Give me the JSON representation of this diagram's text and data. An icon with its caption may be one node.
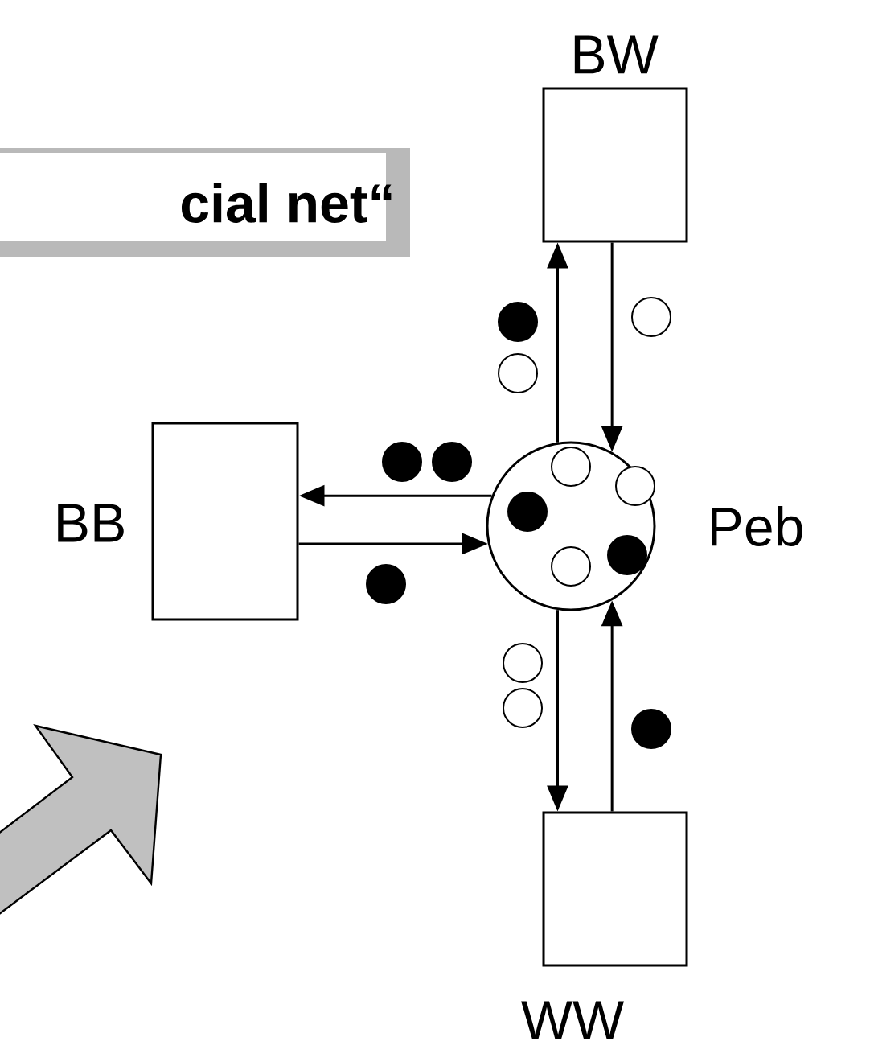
{
  "diagram": {
    "nodes": [
      {
        "text": [
          "cial net“"
        ]
      },
      {
        "text": [
          "BW"
        ]
      },
      {
        "text": [
          "BB"
        ]
      },
      {
        "text": [
          "Peb"
        ]
      },
      {
        "text": [
          "WW"
        ]
      }
    ],
    "edges": [
      {
        "from": 3,
        "to": 1,
        "arrow": "to"
      },
      {
        "from": 1,
        "to": 3,
        "arrow": "to"
      },
      {
        "from": 3,
        "to": 2,
        "arrow": "to"
      },
      {
        "from": 2,
        "to": 3,
        "arrow": "to"
      },
      {
        "from": 3,
        "to": 4,
        "arrow": "to"
      },
      {
        "from": 4,
        "to": 3,
        "arrow": "to"
      }
    ]
  }
}
